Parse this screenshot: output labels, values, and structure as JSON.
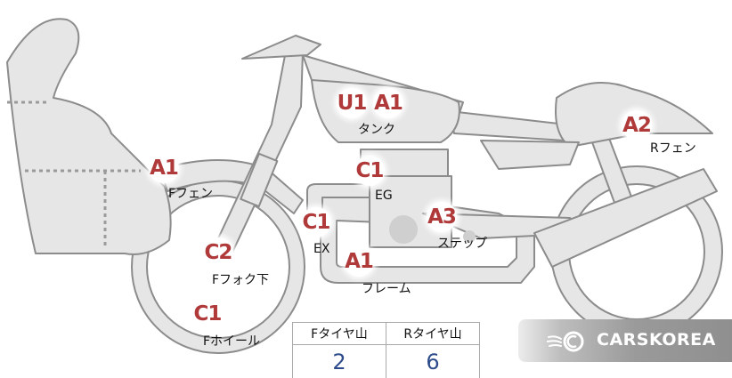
{
  "inspection": [
    {
      "id": "tank",
      "grades": [
        "U1",
        "A1"
      ],
      "label": "タンク"
    },
    {
      "id": "rear-fender",
      "grades": [
        "A2"
      ],
      "label": "Rフェン"
    },
    {
      "id": "front-fender",
      "grades": [
        "A1"
      ],
      "label": "Fフェン"
    },
    {
      "id": "engine",
      "grades": [
        "C1"
      ],
      "label": "EG"
    },
    {
      "id": "exhaust",
      "grades": [
        "C1"
      ],
      "label": "EX"
    },
    {
      "id": "step",
      "grades": [
        "A3"
      ],
      "label": "ステップ"
    },
    {
      "id": "front-fork",
      "grades": [
        "C2"
      ],
      "label": "Fフォク下"
    },
    {
      "id": "frame",
      "grades": [
        "A1"
      ],
      "label": "フレーム"
    },
    {
      "id": "front-wheel",
      "grades": [
        "C1"
      ],
      "label": "Fホイール"
    }
  ],
  "tread": {
    "front_label": "Fタイヤ山",
    "rear_label": "Rタイヤ山",
    "front_value": "2",
    "rear_value": "6"
  },
  "brand": {
    "name": "CARSKOREA",
    "logo_icon": "flame-c-logo-icon"
  },
  "colors": {
    "grade_text": "#b03a3a",
    "tread_value": "#2d4a8a",
    "body_fill": "#e6e6e6",
    "outline": "#8c8c8c"
  }
}
